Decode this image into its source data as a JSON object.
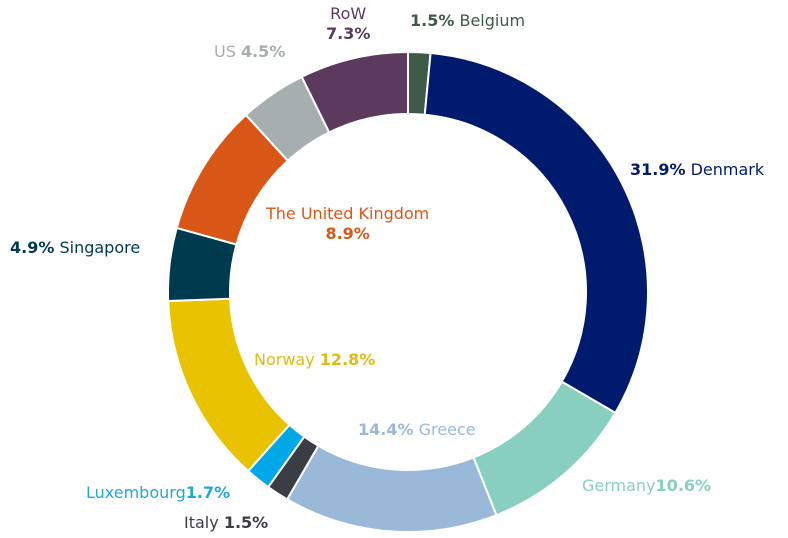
{
  "chart_data": {
    "type": "pie",
    "title": "",
    "donut": true,
    "start_category": "Belgium",
    "direction": "clockwise",
    "slices": [
      {
        "name": "Belgium",
        "value": 1.5,
        "label": "1.5%",
        "color": "#3e5b4a",
        "label_color": "#3e5b4a"
      },
      {
        "name": "Denmark",
        "value": 31.9,
        "label": "31.9%",
        "color": "#001a6e",
        "label_color": "#001a6e"
      },
      {
        "name": "Germany",
        "value": 10.6,
        "label": "10.6%",
        "color": "#88cfbf",
        "label_color": "#88cfbf"
      },
      {
        "name": "Greece",
        "value": 14.4,
        "label": "14.4%",
        "color": "#9ab9d9",
        "label_color": "#9ab9d9"
      },
      {
        "name": "Italy",
        "value": 1.5,
        "label": "1.5%",
        "color": "#3a3d44",
        "label_color": "#3a3d44"
      },
      {
        "name": "Luxembourg",
        "value": 1.7,
        "label": "1.7%",
        "color": "#00a8e8",
        "label_color": "#20a8d8"
      },
      {
        "name": "Norway",
        "value": 12.8,
        "label": "12.8%",
        "color": "#e9c300",
        "label_color": "#e0bb10"
      },
      {
        "name": "Singapore",
        "value": 4.9,
        "label": "4.9%",
        "color": "#003a4f",
        "label_color": "#003a4f"
      },
      {
        "name": "The United Kingdom",
        "value": 8.9,
        "label": "8.9%",
        "color": "#d85716",
        "label_color": "#d85716"
      },
      {
        "name": "US",
        "value": 4.5,
        "label": "4.5%",
        "color": "#a6aeb0",
        "label_color": "#a6aeb0"
      },
      {
        "name": "RoW",
        "value": 7.3,
        "label": "7.3%",
        "color": "#5b3a5e",
        "label_color": "#5b3a5e"
      }
    ]
  }
}
